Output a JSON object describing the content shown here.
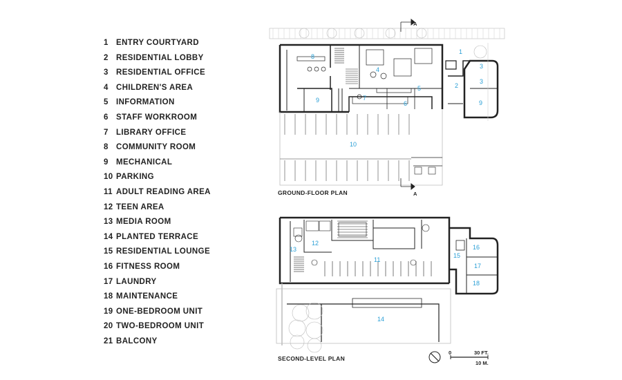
{
  "legend": [
    {
      "num": "1",
      "label": "ENTRY COURTYARD"
    },
    {
      "num": "2",
      "label": "RESIDENTIAL LOBBY"
    },
    {
      "num": "3",
      "label": "RESIDENTIAL OFFICE"
    },
    {
      "num": "4",
      "label": "CHILDREN'S AREA"
    },
    {
      "num": "5",
      "label": "INFORMATION"
    },
    {
      "num": "6",
      "label": "STAFF WORKROOM"
    },
    {
      "num": "7",
      "label": "LIBRARY OFFICE"
    },
    {
      "num": "8",
      "label": "COMMUNITY ROOM"
    },
    {
      "num": "9",
      "label": "MECHANICAL"
    },
    {
      "num": "10",
      "label": "PARKING"
    },
    {
      "num": "11",
      "label": "ADULT READING AREA"
    },
    {
      "num": "12",
      "label": "TEEN AREA"
    },
    {
      "num": "13",
      "label": "MEDIA ROOM"
    },
    {
      "num": "14",
      "label": "PLANTED TERRACE"
    },
    {
      "num": "15",
      "label": "RESIDENTIAL LOUNGE"
    },
    {
      "num": "16",
      "label": "FITNESS ROOM"
    },
    {
      "num": "17",
      "label": "LAUNDRY"
    },
    {
      "num": "18",
      "label": "MAINTENANCE"
    },
    {
      "num": "19",
      "label": "ONE-BEDROOM UNIT"
    },
    {
      "num": "20",
      "label": "TWO-BEDROOM UNIT"
    },
    {
      "num": "21",
      "label": "BALCONY"
    }
  ],
  "plans": {
    "ground_caption": "GROUND-FLOOR PLAN",
    "second_caption": "SECOND-LEVEL PLAN",
    "section_marker": "A",
    "scale_zero": "0",
    "scale_ft": "30 FT.",
    "scale_m": "10 M."
  },
  "room_labels": {
    "r1": "1",
    "r2": "2",
    "r3": "3",
    "r3b": "3",
    "r4": "4",
    "r5": "5",
    "r6": "6",
    "r7": "7",
    "r8": "8",
    "r9a": "9",
    "r9b": "9",
    "r10": "10",
    "r11": "11",
    "r12": "12",
    "r13": "13",
    "r14": "14",
    "r15": "15",
    "r16": "16",
    "r17": "17",
    "r18": "18"
  },
  "colors": {
    "room_label": "#2a9fd6",
    "ink": "#222222"
  }
}
